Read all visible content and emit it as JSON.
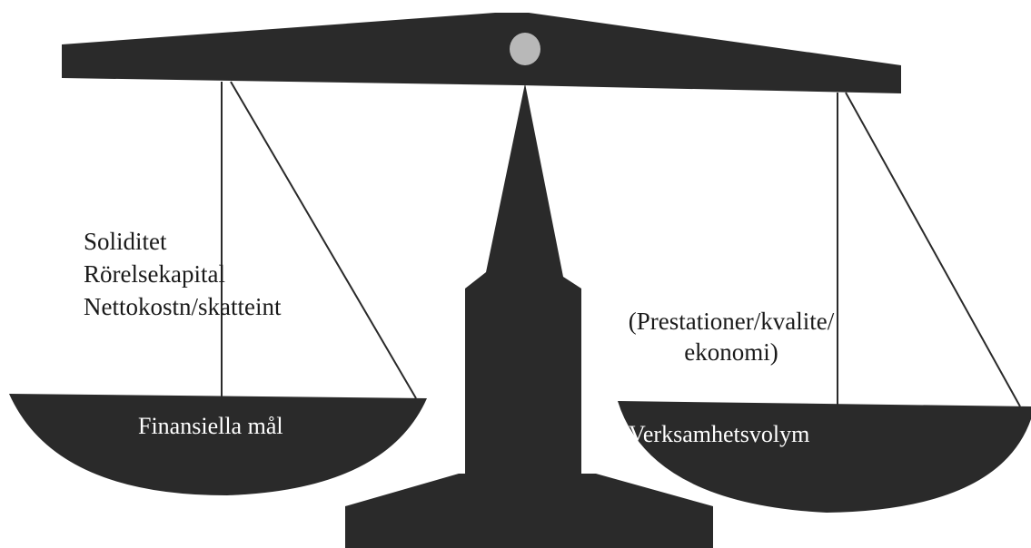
{
  "diagram": {
    "colors": {
      "scale_fill": "#2a2a2a",
      "pivot_fill": "#b8b8b8",
      "string_stroke": "#2a2a2a",
      "background": "#ffffff"
    },
    "left_side": {
      "items": [
        "Soliditet",
        "Rörelsekapital",
        "Nettokostn/skatteint"
      ],
      "pan_label": "Finansiella mål"
    },
    "right_side": {
      "note_lines": [
        "(Prestationer/kvalite/",
        "ekonomi)"
      ],
      "pan_label": "Verksamhetsvolym"
    }
  }
}
